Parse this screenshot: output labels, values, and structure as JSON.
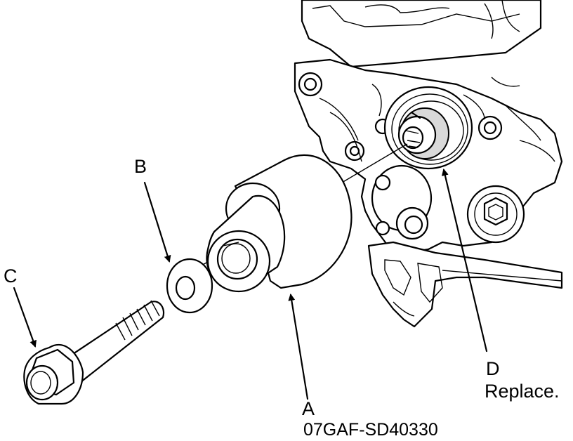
{
  "callouts": {
    "a": {
      "letter": "A",
      "part_number": "07GAF-SD40330"
    },
    "b": {
      "letter": "B"
    },
    "c": {
      "letter": "C"
    },
    "d": {
      "letter": "D",
      "note": "Replace."
    }
  }
}
